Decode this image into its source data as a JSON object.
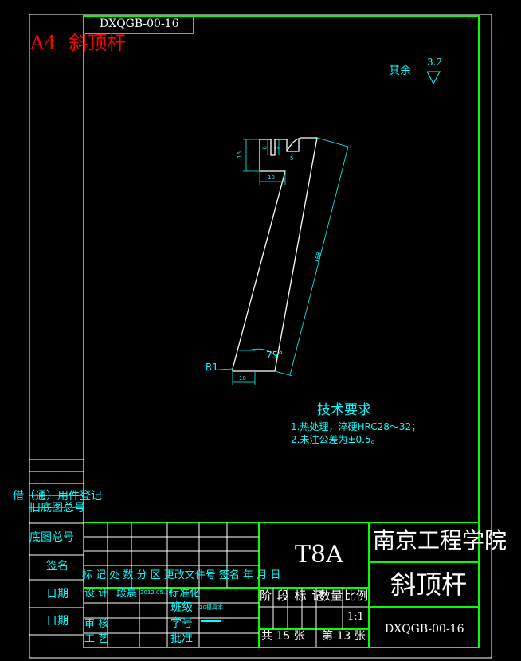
{
  "drawing_number": "DXQGB-00-16",
  "paper_size": "A4",
  "part_name": "斜顶杆",
  "remainder_label": "其余",
  "roughness_value": "3.2",
  "tech_requirements": {
    "title": "技术要求",
    "items": [
      "1.热处理，淬硬HRC28～32；",
      "2.未注公差为±0.5。"
    ]
  },
  "dimensions": {
    "radius": "R1",
    "angle": "75°",
    "d16": "16",
    "d6": "6",
    "d2": "2",
    "d10a": "10",
    "d10b": "10",
    "d5": "5",
    "d188": "188"
  },
  "left_column": {
    "label_borrow": "借（通）用件登记",
    "label_old_base": "旧底图总号",
    "label_base": "底图总号",
    "label_sign": "签名",
    "label_date1": "日期",
    "label_date2": "日期"
  },
  "title_block": {
    "material": "T8A",
    "school": "南京工程学院",
    "name": "斜顶杆",
    "code": "DXQGB-00-16",
    "header_row": "标 记 处 数 分 区 更改文件号 签名 年 月 日",
    "design": "设 计",
    "design_name": "段晨",
    "design_date": "2012.05.26",
    "standardize": "标准化",
    "review": "审 核",
    "process": "工 艺",
    "class": "班级",
    "class_value": "10模具本",
    "student_no": "学号",
    "approve": "批准",
    "stage_mark": "阶 段 标 记",
    "quantity": "数量",
    "ratio_label": "比例",
    "ratio": "1:1",
    "total": "共 15 张",
    "page": "第 13 张"
  }
}
